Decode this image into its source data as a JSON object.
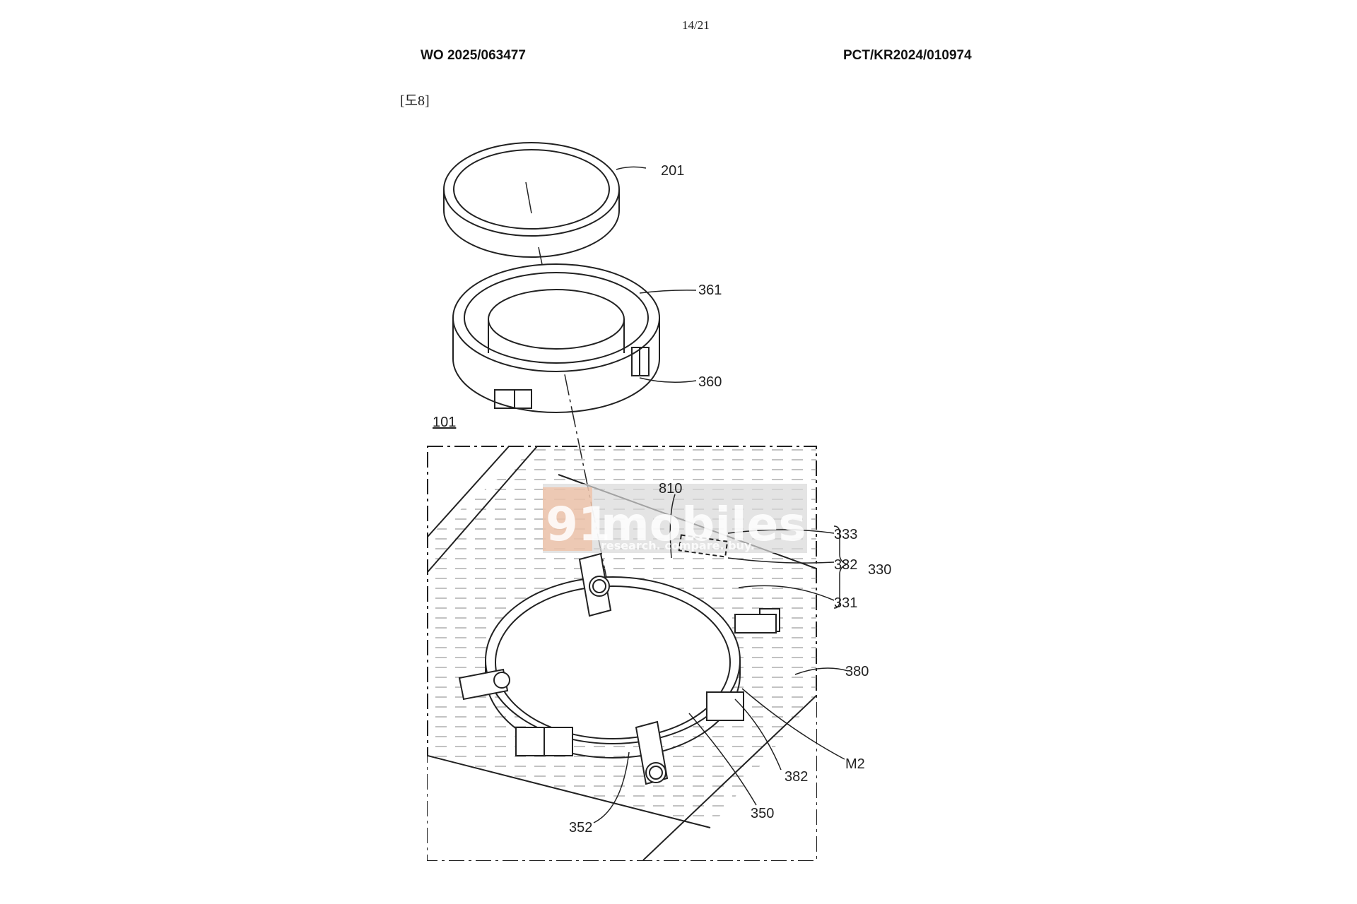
{
  "header": {
    "page_number": "14/21",
    "publication_number": "WO 2025/063477",
    "application_number": "PCT/KR2024/010974"
  },
  "figure": {
    "label": "[도8]",
    "reference_numerals": {
      "r201": "201",
      "r361": "361",
      "r360": "360",
      "r101": "101",
      "r810": "810",
      "r333": "333",
      "r332": "332",
      "r331": "331",
      "r330": "330",
      "r380": "380",
      "rM2": "M2",
      "r382": "382",
      "r350": "350",
      "r352": "352"
    }
  },
  "watermark": {
    "brand_number": "91",
    "brand_name": "mobiles",
    "tagline": "research. compare. buy."
  }
}
